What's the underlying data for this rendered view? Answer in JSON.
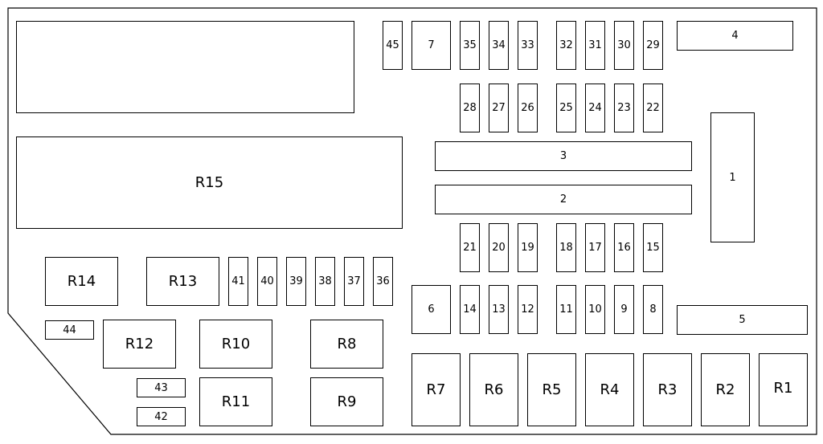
{
  "diagram": {
    "empty_blocks": [
      "",
      ""
    ],
    "relays": {
      "r1": "R1",
      "r2": "R2",
      "r3": "R3",
      "r4": "R4",
      "r5": "R5",
      "r6": "R6",
      "r7": "R7",
      "r8": "R8",
      "r9": "R9",
      "r10": "R10",
      "r11": "R11",
      "r12": "R12",
      "r13": "R13",
      "r14": "R14",
      "r15": "R15"
    },
    "fuses": {
      "f1": "1",
      "f2": "2",
      "f3": "3",
      "f4": "4",
      "f5": "5",
      "f6": "6",
      "f7": "7",
      "f8": "8",
      "f9": "9",
      "f10": "10",
      "f11": "11",
      "f12": "12",
      "f13": "13",
      "f14": "14",
      "f15": "15",
      "f16": "16",
      "f17": "17",
      "f18": "18",
      "f19": "19",
      "f20": "20",
      "f21": "21",
      "f22": "22",
      "f23": "23",
      "f24": "24",
      "f25": "25",
      "f26": "26",
      "f27": "27",
      "f28": "28",
      "f29": "29",
      "f30": "30",
      "f31": "31",
      "f32": "32",
      "f33": "33",
      "f34": "34",
      "f35": "35",
      "f36": "36",
      "f37": "37",
      "f38": "38",
      "f39": "39",
      "f40": "40",
      "f41": "41",
      "f42": "42",
      "f43": "43",
      "f44": "44",
      "f45": "45"
    }
  }
}
